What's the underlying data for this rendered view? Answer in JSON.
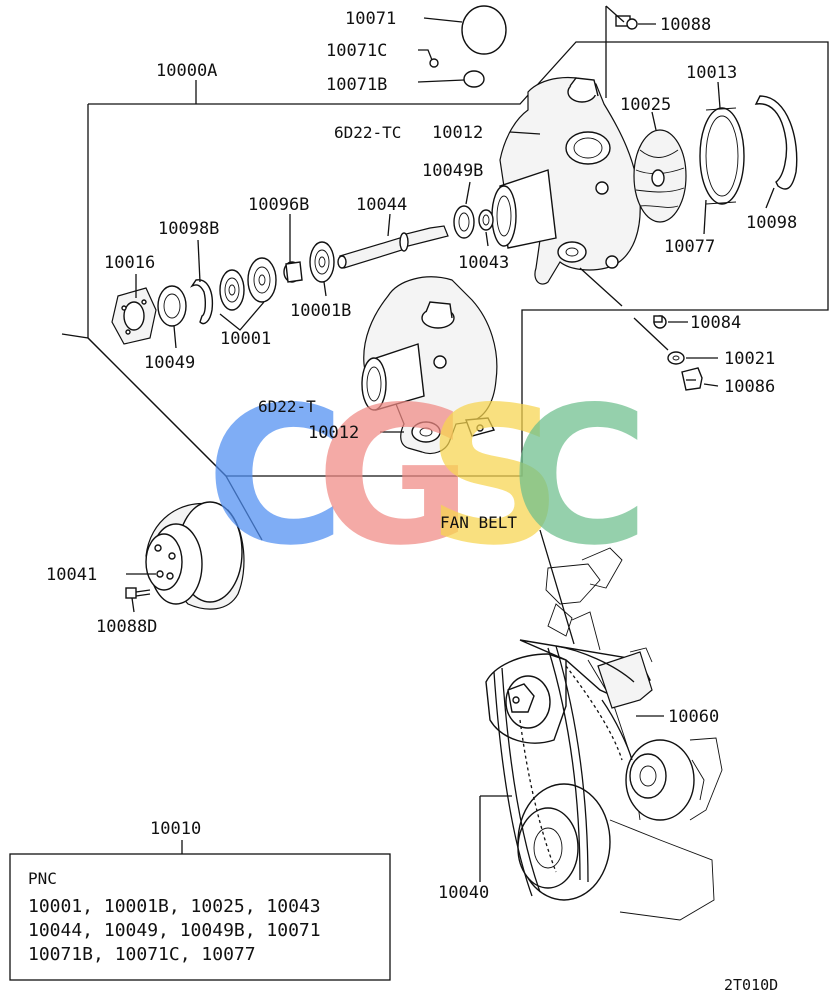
{
  "labels": {
    "p10071": "10071",
    "p10071c": "10071C",
    "p10071b": "10071B",
    "p10088": "10088",
    "p10000a": "10000A",
    "p10013": "10013",
    "p10025": "10025",
    "p10012tc_variant": "6D22-TC",
    "p10012tc": "10012",
    "p10049b": "10049B",
    "p10096b": "10096B",
    "p10044": "10044",
    "p10098b": "10098B",
    "p10016": "10016",
    "p10098": "10098",
    "p10077": "10077",
    "p10043": "10043",
    "p10001b": "10001B",
    "p10001": "10001",
    "p10049": "10049",
    "p10084": "10084",
    "p10021": "10021",
    "p10086": "10086",
    "p10012t_variant": "6D22-T",
    "p10012t": "10012",
    "fan_belt": "FAN BELT",
    "p10041": "10041",
    "p10088d": "10088D",
    "p10060": "10060",
    "p10010": "10010",
    "p10040": "10040"
  },
  "pnc_box": {
    "title": "PNC",
    "line1": "10001, 10001B, 10025, 10043",
    "line2": "10044, 10049, 10049B, 10071",
    "line3": "10071B, 10071C, 10077"
  },
  "figure_code": "2T010D",
  "watermark": {
    "letters": [
      "C",
      "G",
      "S",
      "C"
    ],
    "colors": [
      "#4f8ef2",
      "#f08a84",
      "#f7d54f",
      "#6dbf8d"
    ]
  }
}
